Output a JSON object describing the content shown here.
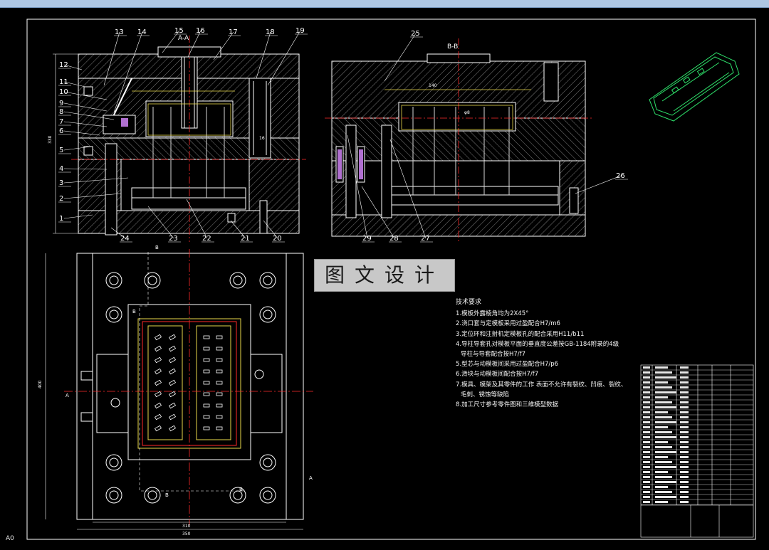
{
  "part_numbers": [
    "1",
    "2",
    "3",
    "4",
    "5",
    "6",
    "7",
    "8",
    "9",
    "10",
    "11",
    "12",
    "13",
    "14",
    "15",
    "16",
    "17",
    "18",
    "19",
    "20",
    "21",
    "22",
    "23",
    "24",
    "25",
    "26",
    "27",
    "28",
    "29"
  ],
  "section_labels": {
    "section_a": "A-A",
    "section_b": "B-B"
  },
  "view_markers": {
    "a": "A",
    "b": "B"
  },
  "dimensions": {
    "overall_width": "350",
    "inner_width": "310",
    "height": "330",
    "plan_height": "400",
    "inner_length": "140",
    "hole_dim": "φ8",
    "depth_dim": "16"
  },
  "watermark": "图文设计",
  "notes": {
    "title": "技术要求",
    "items": [
      "1.模板外露棱角均为2X45°",
      "2.浇口套与定模板采用过盈配合H7/m6",
      "3.定位环和注射机定模板孔的配合采用H11/b11",
      "4.导柱导套孔对模板平面的垂直度公差按GB-1184附录的4级",
      "导柱与导套配合按H7/f7",
      "5.型芯与动模板间采用过盈配合H7/p6",
      "6.滑块与动模板间配合按H7/f7",
      "7.模具、模架及其零件的工作 表面不允许有裂纹、凹痕、裂纹、",
      "毛刺、锈蚀等缺陷",
      "8.加工尺寸参考零件图和三维模型数据"
    ]
  },
  "sheet_label": "A0",
  "colors": {
    "background": "#000000",
    "outline": "#ffffff",
    "hatch": "#8a8a8a",
    "center": "#ff2a2a",
    "part": "#e8d84a",
    "pin": "#d6d6d6",
    "accent": "#b070d0",
    "thumbnail": "#2ee06a"
  }
}
